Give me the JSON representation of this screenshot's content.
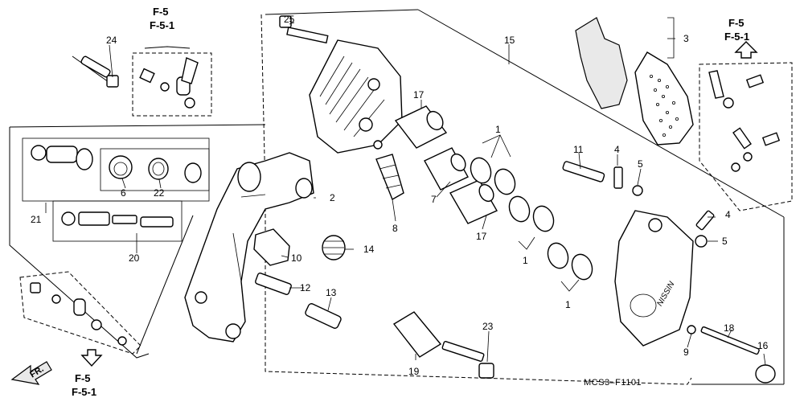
{
  "callouts": {
    "c1a": "1",
    "c1b": "1",
    "c1c": "1",
    "c2": "2",
    "c3": "3",
    "c4a": "4",
    "c4b": "4",
    "c5a": "5",
    "c5b": "5",
    "c6": "6",
    "c7": "7",
    "c8": "8",
    "c9": "9",
    "c10": "10",
    "c11": "11",
    "c12": "12",
    "c13": "13",
    "c14": "14",
    "c15": "15",
    "c16": "16",
    "c17a": "17",
    "c17b": "17",
    "c18": "18",
    "c19": "19",
    "c20": "20",
    "c21": "21",
    "c22": "22",
    "c23": "23",
    "c24": "24",
    "c25": "25"
  },
  "refs": {
    "top_left_1": "F-5",
    "top_left_2": "F-5-1",
    "top_right_1": "F-5",
    "top_right_2": "F-5-1",
    "bottom_left_1": "F-5",
    "bottom_left_2": "F-5-1"
  },
  "front_arrow": "FR.",
  "caliper_brand": "NISSIN",
  "diagram_code": "MCS3–F1101"
}
